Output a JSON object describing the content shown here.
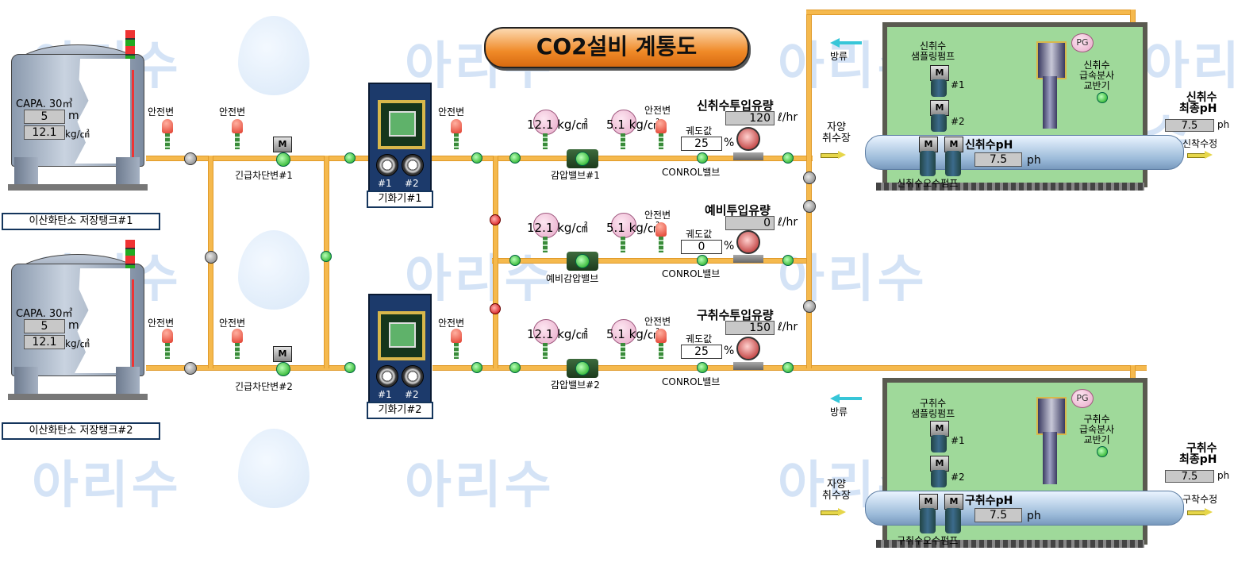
{
  "title": "CO2설비 계통도",
  "watermark": "아리수",
  "tanks": [
    {
      "label": "이산화탄소 저장탱크#1",
      "capa": "CAPA. 30㎥",
      "level": "5",
      "level_unit": "m",
      "pressure": "12.1",
      "pressure_unit": "kg/㎠"
    },
    {
      "label": "이산화탄소 저장탱크#2",
      "capa": "CAPA. 30㎥",
      "level": "5",
      "level_unit": "m",
      "pressure": "12.1",
      "pressure_unit": "kg/㎠"
    }
  ],
  "safety_valve_label": "안전변",
  "emergency_valves": [
    "긴급차단변#1",
    "긴급차단변#2"
  ],
  "vaporizers": [
    {
      "label": "기화기#1",
      "fan1": "#1",
      "fan2": "#2"
    },
    {
      "label": "기화기#2",
      "fan1": "#1",
      "fan2": "#2"
    }
  ],
  "lines": [
    {
      "inlet_pressure": "12.1",
      "outlet_pressure": "5.1",
      "unit": "kg/㎠",
      "valve_label": "감압밸브#1",
      "flow_title": "신취수투입유량",
      "flow": "120",
      "flow_unit": "ℓ/hr",
      "setpoint_label": "궤도값",
      "setpoint": "25",
      "setpoint_unit": "%",
      "control_label": "CONROL밸브"
    },
    {
      "inlet_pressure": "12.1",
      "outlet_pressure": "5.1",
      "unit": "kg/㎠",
      "valve_label": "예비감압밸브",
      "flow_title": "예비투입유량",
      "flow": "0",
      "flow_unit": "ℓ/hr",
      "setpoint_label": "궤도값",
      "setpoint": "0",
      "setpoint_unit": "%",
      "control_label": "CONROL밸브"
    },
    {
      "inlet_pressure": "12.1",
      "outlet_pressure": "5.1",
      "unit": "kg/㎠",
      "valve_label": "감압밸브#2",
      "flow_title": "구취수투입유량",
      "flow": "150",
      "flow_unit": "ℓ/hr",
      "setpoint_label": "궤도값",
      "setpoint": "25",
      "setpoint_unit": "%",
      "control_label": "CONROL밸브"
    }
  ],
  "plants": [
    {
      "discharge": "방류",
      "sampling_pump": "신취수\n샘플링펌프",
      "mixer": "신취수\n급속분사\n교반기",
      "pump1": "#1",
      "pump2": "#2",
      "motor": "M",
      "pg": "PG",
      "ph_label": "신취수pH",
      "ph": "7.5",
      "ph_unit": "ph",
      "intake": "자양\n취수장",
      "transfer_pump": "신취수오수펌프",
      "final_label": "신취수\n최종pH",
      "final_ph": "7.5",
      "outlet": "신착수정"
    },
    {
      "discharge": "방류",
      "sampling_pump": "구취수\n샘플링펌프",
      "mixer": "구취수\n급속분사\n교반기",
      "pump1": "#1",
      "pump2": "#2",
      "motor": "M",
      "pg": "PG",
      "ph_label": "구취수pH",
      "ph": "7.5",
      "ph_unit": "ph",
      "intake": "자양\n취수장",
      "transfer_pump": "구취수오수펌프",
      "final_label": "구취수\n최종pH",
      "final_ph": "7.5",
      "outlet": "구착수정"
    }
  ],
  "motor_label": "M",
  "colors": {
    "pipe": "#f5b94d",
    "open_valve": "#0fa30f",
    "closed_valve": "#d00000",
    "tank_frame": "#14355c",
    "plant_bg": "#9fd99a"
  }
}
